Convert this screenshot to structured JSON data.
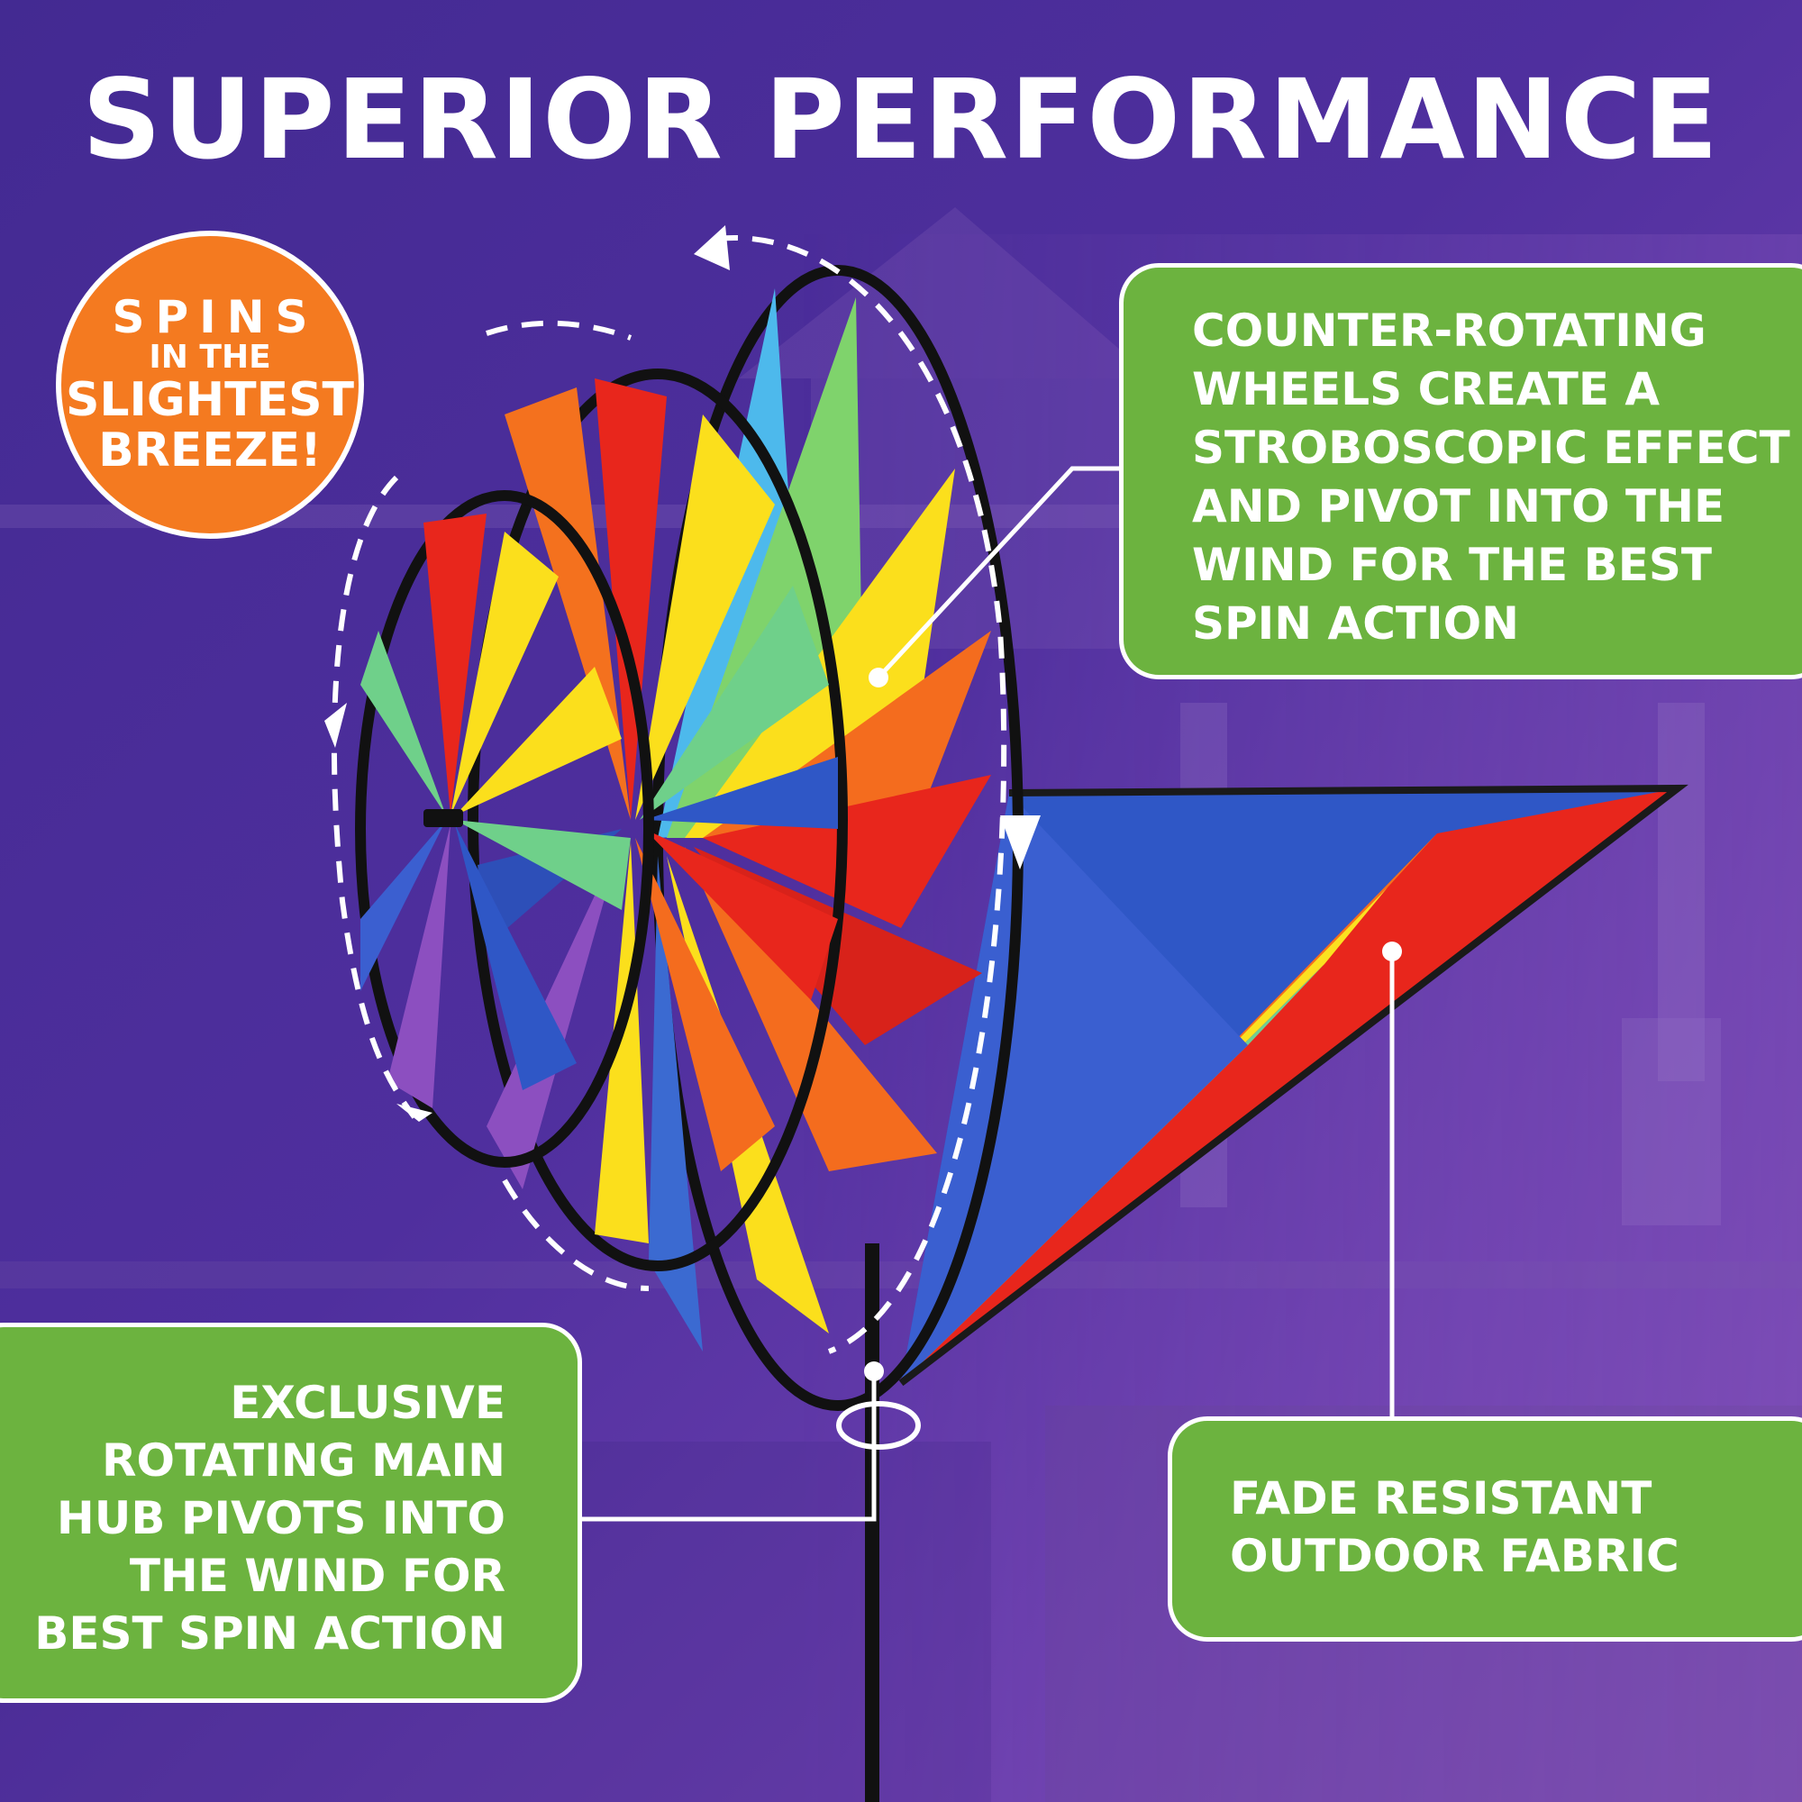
{
  "title": "SUPERIOR PERFORMANCE",
  "badge": {
    "line1": "SPINS",
    "line2": "IN THE",
    "line3": "SLIGHTEST",
    "line4": "BREEZE!"
  },
  "callout_top_right": {
    "lines": [
      "COUNTER-ROTATING",
      "WHEELS CREATE A",
      "STROBOSCOPIC EFFECT",
      "AND PIVOT INTO THE",
      "WIND FOR THE BEST",
      "SPIN ACTION"
    ]
  },
  "callout_bottom_left": {
    "lines": [
      "EXCLUSIVE",
      "ROTATING MAIN",
      "HUB PIVOTS INTO",
      "THE WIND FOR",
      "BEST SPIN ACTION"
    ]
  },
  "callout_bottom_right": {
    "lines": [
      "FADE RESISTANT",
      "OUTDOOR FABRIC"
    ]
  },
  "colors": {
    "background": "#4a2e98",
    "badge": "#f47a20",
    "callout": "#6cb33f",
    "text": "#ffffff"
  }
}
